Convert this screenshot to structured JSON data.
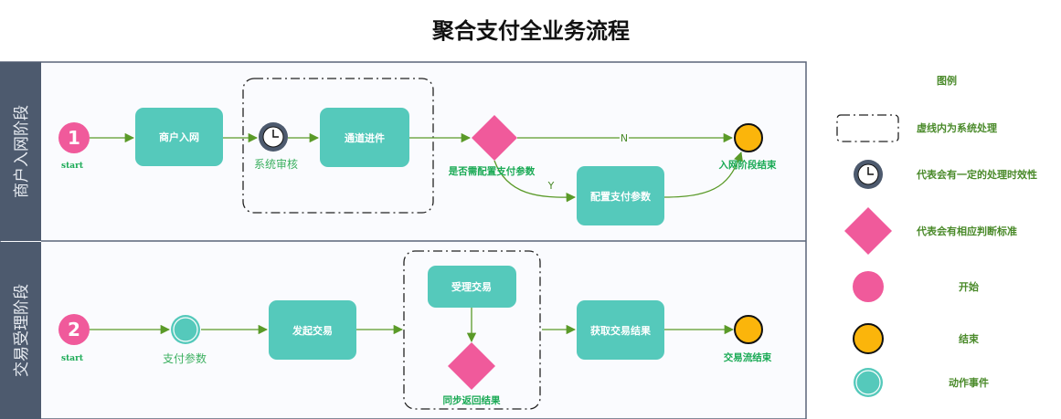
{
  "title": "聚合支付全业务流程",
  "colors": {
    "start": "#f05a9b",
    "task": "#55c9bb",
    "end": "#fbb50b",
    "decision": "#f05a9b",
    "lane_header": "#4d5a6e",
    "edge": "#5a9a28",
    "label": "#1aaa55"
  },
  "lanes": [
    {
      "title": "商户入网阶段",
      "start": {
        "number": "1",
        "label": "start"
      },
      "tasks": [
        "商户入网",
        "通道进件",
        "配置支付参数"
      ],
      "timer_label": "系统审核",
      "decision_label": "是否需配置支付参数",
      "edge_no": "N",
      "edge_yes": "Y",
      "end_label": "入网阶段结束"
    },
    {
      "title": "交易受理阶段",
      "start": {
        "number": "2",
        "label": "start"
      },
      "event_label": "支付参数",
      "tasks": [
        "发起交易",
        "受理交易",
        "获取交易结果"
      ],
      "decision_label": "同步返回结果",
      "end_label": "交易流结束"
    }
  ],
  "legend": {
    "title": "图例",
    "items": [
      {
        "icon": "dash-dot-box-icon",
        "text": "虚线内为系统处理"
      },
      {
        "icon": "clock-icon",
        "text": "代表会有一定的处理时效性"
      },
      {
        "icon": "diamond-icon",
        "text": "代表会有相应判断标准"
      },
      {
        "icon": "start-circle-icon",
        "text": "开始"
      },
      {
        "icon": "end-circle-icon",
        "text": "结束"
      },
      {
        "icon": "action-event-icon",
        "text": "动作事件"
      }
    ]
  }
}
